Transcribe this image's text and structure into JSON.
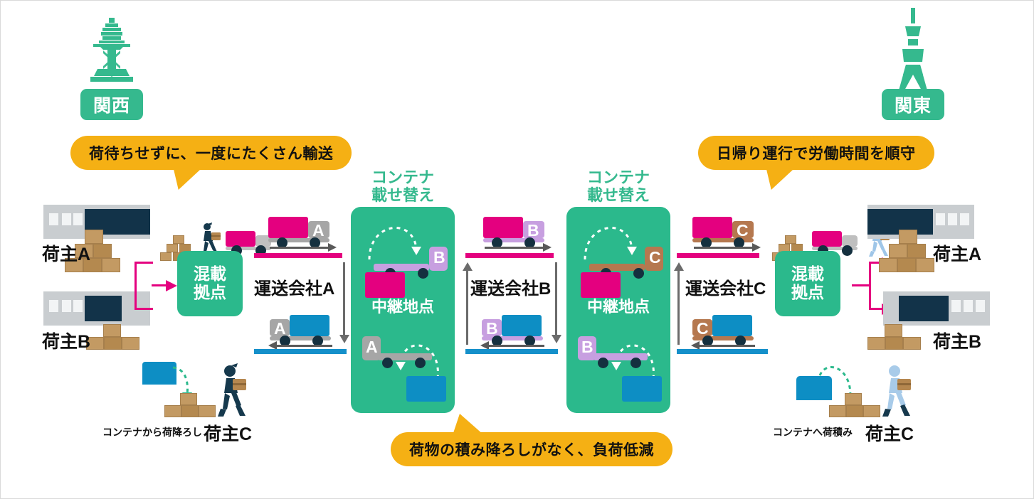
{
  "regions": {
    "left": {
      "name": "関西",
      "icon": "tsutenkaku-tower-icon"
    },
    "right": {
      "name": "関東",
      "icon": "skytree-tower-icon"
    }
  },
  "callouts": {
    "top_left": "荷待ちせずに、一度にたくさん輸送",
    "top_right": "日帰り運行で労働時間を順守",
    "bottom": "荷物の積み降ろしがなく、負荷低減"
  },
  "shippers": {
    "left": {
      "a": "荷主A",
      "b": "荷主B",
      "c": "荷主C",
      "c_note": "コンテナから荷降ろし"
    },
    "right": {
      "a": "荷主A",
      "b": "荷主B",
      "c": "荷主C",
      "c_note": "コンテナへ荷積み"
    }
  },
  "hubs": {
    "left": {
      "line1": "混載",
      "line2": "拠点"
    },
    "right": {
      "line1": "混載",
      "line2": "拠点"
    }
  },
  "relays": [
    {
      "caption_line1": "コンテナ",
      "caption_line2": "載せ替え",
      "title": "中継地点",
      "outbound_letter": "B",
      "return_letter": "A"
    },
    {
      "caption_line1": "コンテナ",
      "caption_line2": "載せ替え",
      "title": "中継地点",
      "outbound_letter": "C",
      "return_letter": "B"
    }
  ],
  "carriers": [
    {
      "label": "運送会社A",
      "letter": "A",
      "chassis": "#a6a6a6"
    },
    {
      "label": "運送会社B",
      "letter": "B",
      "chassis": "#c79fe0"
    },
    {
      "label": "運送会社C",
      "letter": "C",
      "chassis": "#b5784f"
    }
  ],
  "colors": {
    "green": "#2bb98c",
    "green_text": "#35b98e",
    "magenta": "#e4007f",
    "blue": "#0d8ec4",
    "amber": "#f5b014",
    "gray": "#a6a6a6",
    "purple": "#c79fe0",
    "brown": "#b5784f",
    "warehouse_dark": "#123349",
    "warehouse_light": "#c9cdd0",
    "box": "#c39a63"
  }
}
